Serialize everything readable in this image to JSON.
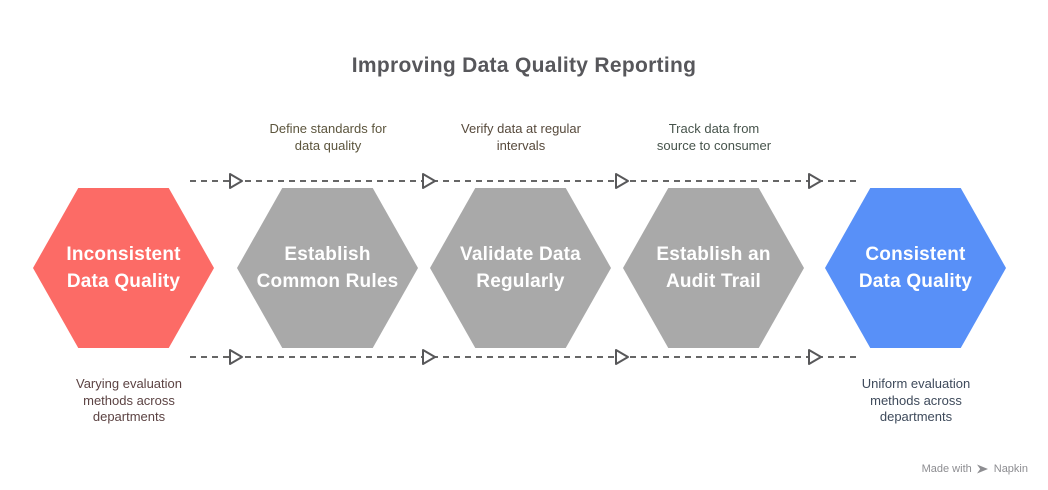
{
  "title": "Improving Data Quality Reporting",
  "colors": {
    "title": "#57575b",
    "line": "#666666",
    "arrow_fill": "#ffffff",
    "arrow_stroke": "#58585a",
    "hex_text": "#ffffff",
    "watermark": "#8d8d91"
  },
  "steps": [
    {
      "lines": [
        "Inconsistent",
        "Data Quality"
      ],
      "color": "#fc6b66"
    },
    {
      "lines": [
        "Establish",
        "Common Rules"
      ],
      "color": "#a9a9a9"
    },
    {
      "lines": [
        "Validate Data",
        "Regularly"
      ],
      "color": "#a9a9a9"
    },
    {
      "lines": [
        "Establish an",
        "Audit Trail"
      ],
      "color": "#a9a9a9"
    },
    {
      "lines": [
        "Consistent",
        "Data Quality"
      ],
      "color": "#5890f8"
    }
  ],
  "top_annotations": [
    {
      "lines": [
        "Define standards for",
        "data quality"
      ],
      "color": "#5c553d"
    },
    {
      "lines": [
        "Verify data at regular",
        "intervals"
      ],
      "color": "#574a3c"
    },
    {
      "lines": [
        "Track data from",
        "source to consumer"
      ],
      "color": "#47544c"
    }
  ],
  "bottom_annotations": [
    {
      "lines": [
        "Varying evaluation",
        "methods across",
        "departments"
      ],
      "color": "#5c4343"
    },
    {
      "lines": [
        "Uniform evaluation",
        "methods across",
        "departments"
      ],
      "color": "#3e4a5b"
    }
  ],
  "watermark": {
    "made_with": "Made with",
    "brand": "Napkin"
  }
}
